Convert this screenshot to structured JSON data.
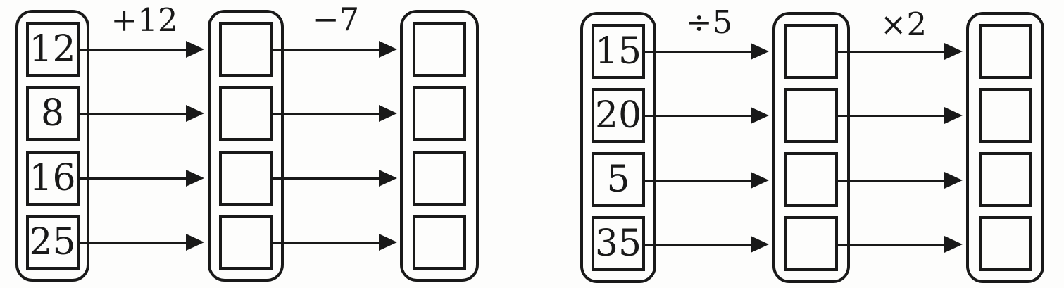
{
  "page": {
    "background": "#fdfdfc",
    "ink": "#191919",
    "description": "Math worksheet: two number-machine mapping diagrams with arrows and blank answer boxes"
  },
  "machines": [
    {
      "side": "left",
      "op1": "+12",
      "op2": "−7",
      "inputs": [
        "12",
        "8",
        "16",
        "25"
      ],
      "blank_cells_per_column": 4
    },
    {
      "side": "right",
      "op1": "÷5",
      "op2": "×2",
      "inputs": [
        "15",
        "20",
        "5",
        "35"
      ],
      "blank_cells_per_column": 4
    }
  ]
}
